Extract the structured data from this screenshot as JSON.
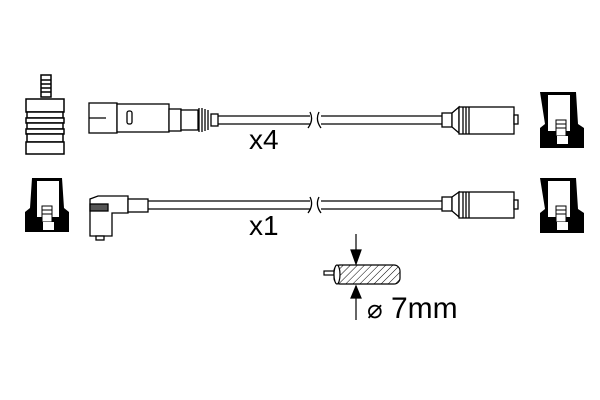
{
  "diagram": {
    "type": "ignition-cable-set",
    "rows": [
      {
        "id": "row-1",
        "quantity_label": "x4",
        "left_part": "spark-plug-boot-straight",
        "right_part": "coil-socket-boot-straight"
      },
      {
        "id": "row-2",
        "quantity_label": "x1",
        "left_part": "spark-plug-boot-angled",
        "right_part": "coil-socket-boot-straight"
      }
    ],
    "cable": {
      "diameter_label": "7mm",
      "diameter_symbol": "⌀"
    },
    "colors": {
      "line": "#000000",
      "background": "#ffffff"
    }
  }
}
